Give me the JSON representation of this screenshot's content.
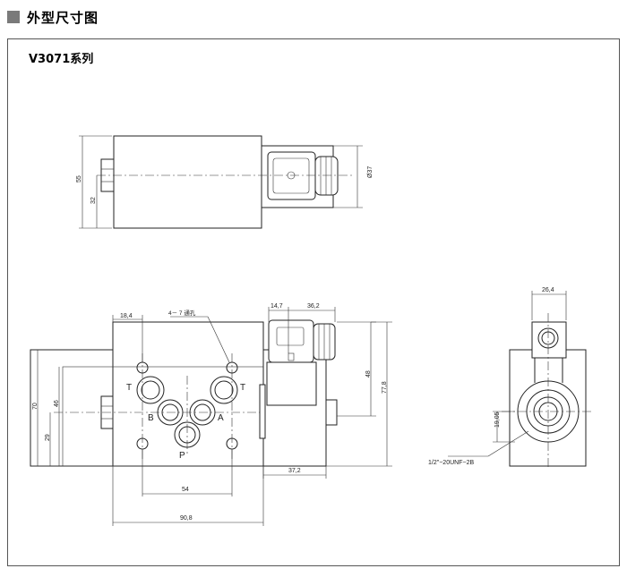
{
  "header": {
    "title": "外型尺寸图"
  },
  "series": {
    "name": "V3071系列"
  },
  "side_view": {
    "dim_total_height": "55",
    "dim_lower_height": "32",
    "dim_coil_dia": "Ø37"
  },
  "front_view": {
    "dim_top_offset": "18,4",
    "hole_note": "4－ 7  通孔",
    "dim_height": "70",
    "dim_mid": "46",
    "dim_low": "29",
    "dim_hole_span": "54",
    "dim_width": "90,8",
    "port_t_left": "T",
    "port_t_right": "T",
    "port_b": "B",
    "port_a": "A",
    "port_p": "P"
  },
  "solenoid_view": {
    "dim_a": "14,7",
    "dim_b": "36,2",
    "dim_c": "48",
    "dim_d": "77,8",
    "dim_e": "37,2"
  },
  "end_view": {
    "dim_width": "26,4",
    "dim_height": "19,05",
    "thread": "1/2\"−20UNF−2B"
  }
}
